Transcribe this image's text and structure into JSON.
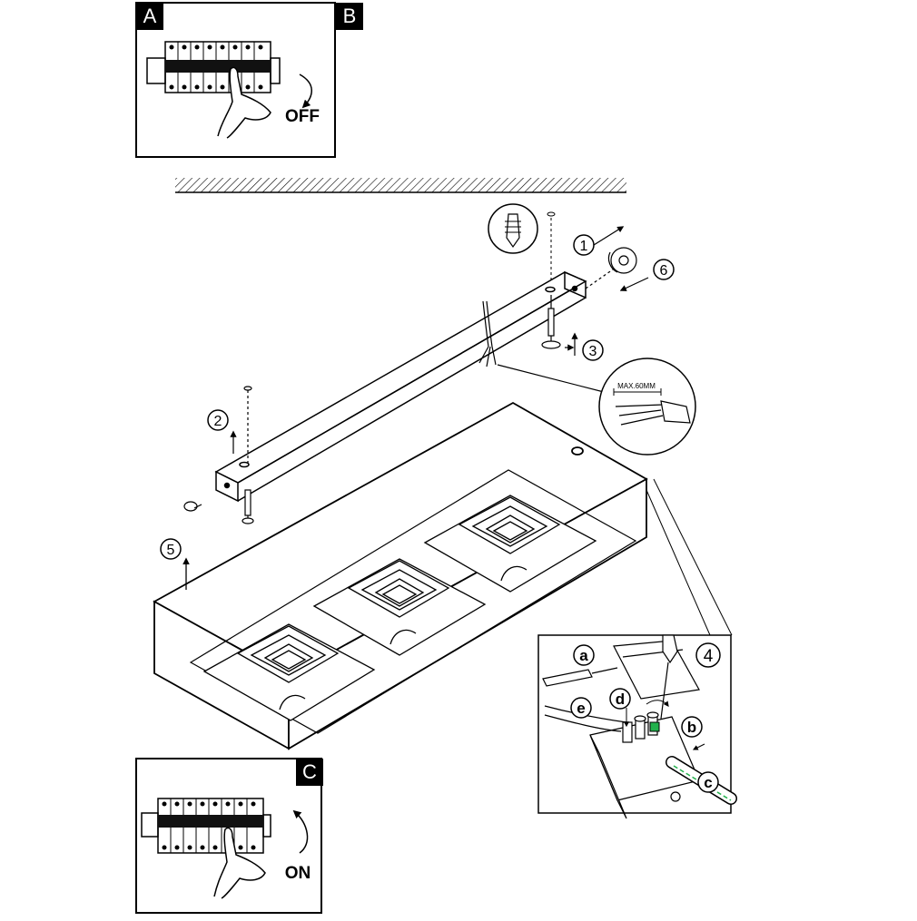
{
  "panels": {
    "a_label": "A",
    "b_label": "B",
    "c_label": "C",
    "off_text": "OFF",
    "on_text": "ON"
  },
  "steps": {
    "s1": "1",
    "s2": "2",
    "s3": "3",
    "s4": "4",
    "s5": "5",
    "s6": "6"
  },
  "wire_detail": {
    "max_label": "MAX.60MM"
  },
  "terminal_detail": {
    "a": "a",
    "b": "b",
    "c": "c",
    "d": "d",
    "e": "e"
  },
  "colors": {
    "ink": "#000000",
    "paper": "#ffffff",
    "earth_wire": "#22b14c"
  }
}
